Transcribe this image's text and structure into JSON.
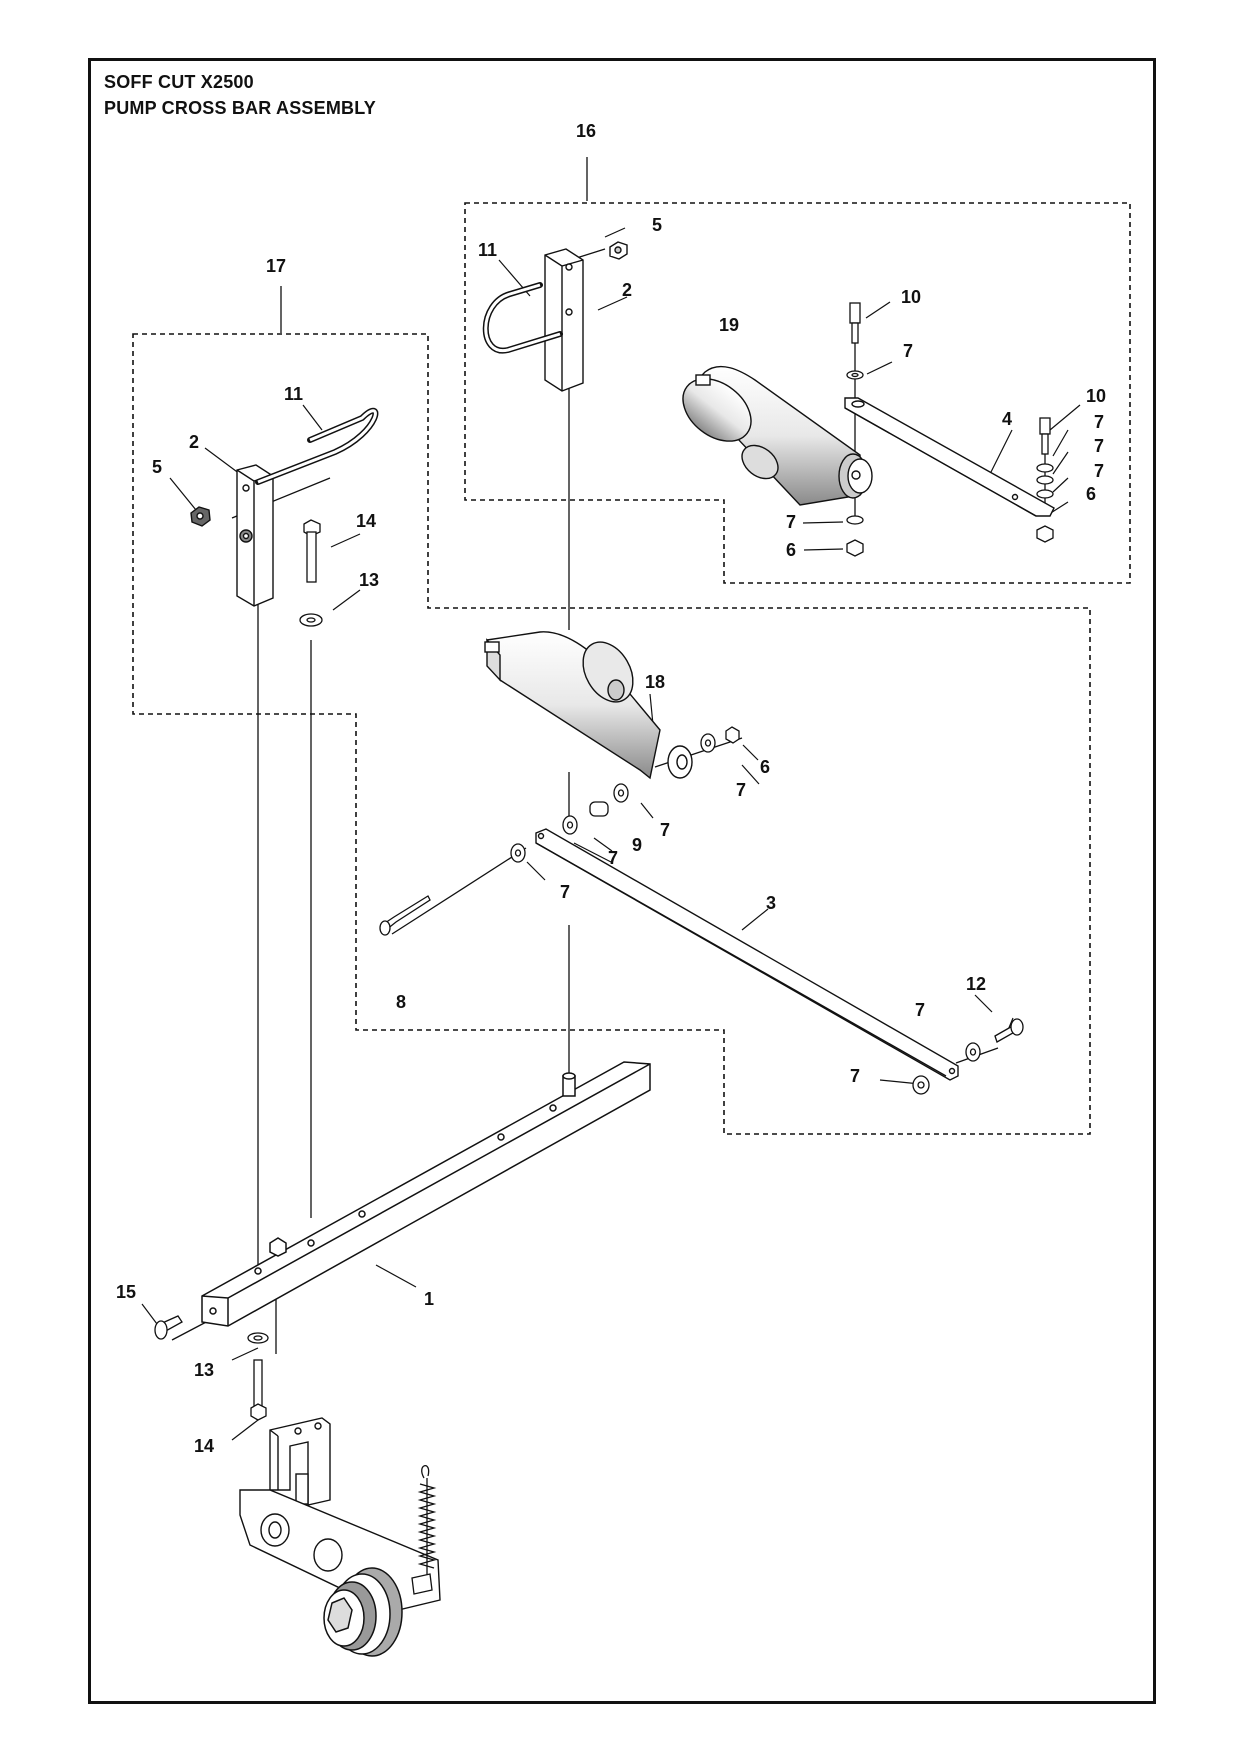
{
  "title": {
    "line1": "SOFF CUT X2500",
    "line2": "PUMP CROSS BAR ASSEMBLY"
  },
  "callouts": [
    "16",
    "17",
    "5",
    "11",
    "2",
    "10",
    "19",
    "7",
    "10",
    "4",
    "7",
    "7",
    "7",
    "6",
    "11",
    "2",
    "5",
    "14",
    "13",
    "7",
    "6",
    "18",
    "6",
    "7",
    "7",
    "9",
    "7",
    "7",
    "3",
    "8",
    "12",
    "7",
    "7",
    "15",
    "1",
    "13",
    "14"
  ],
  "colors": {
    "line": "#111111",
    "part_fill": "#ffffff",
    "shade": "#bdbdbd"
  }
}
